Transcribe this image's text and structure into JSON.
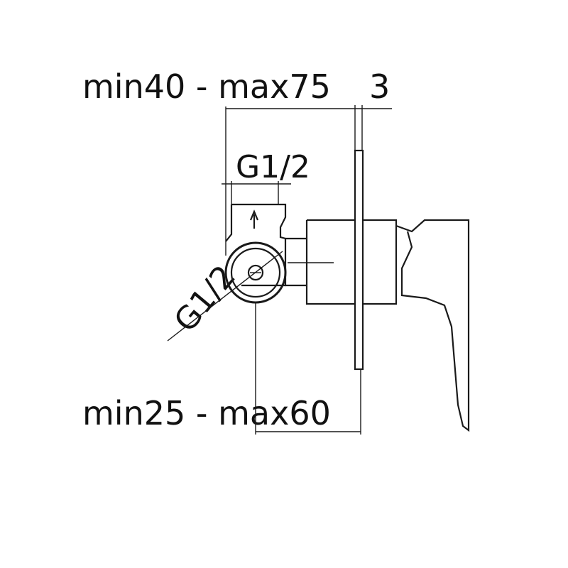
{
  "dimensions": {
    "top_range": "min40 - max75",
    "top_plate": "3",
    "inlet_top": "G1/2",
    "inlet_side": "G1/2",
    "bottom_range": "min25 - max60"
  },
  "colors": {
    "line": "#1a1a1a",
    "text": "#111111",
    "background": "#ffffff"
  },
  "icons": {
    "flow_arrow": "up-arrow-icon"
  }
}
